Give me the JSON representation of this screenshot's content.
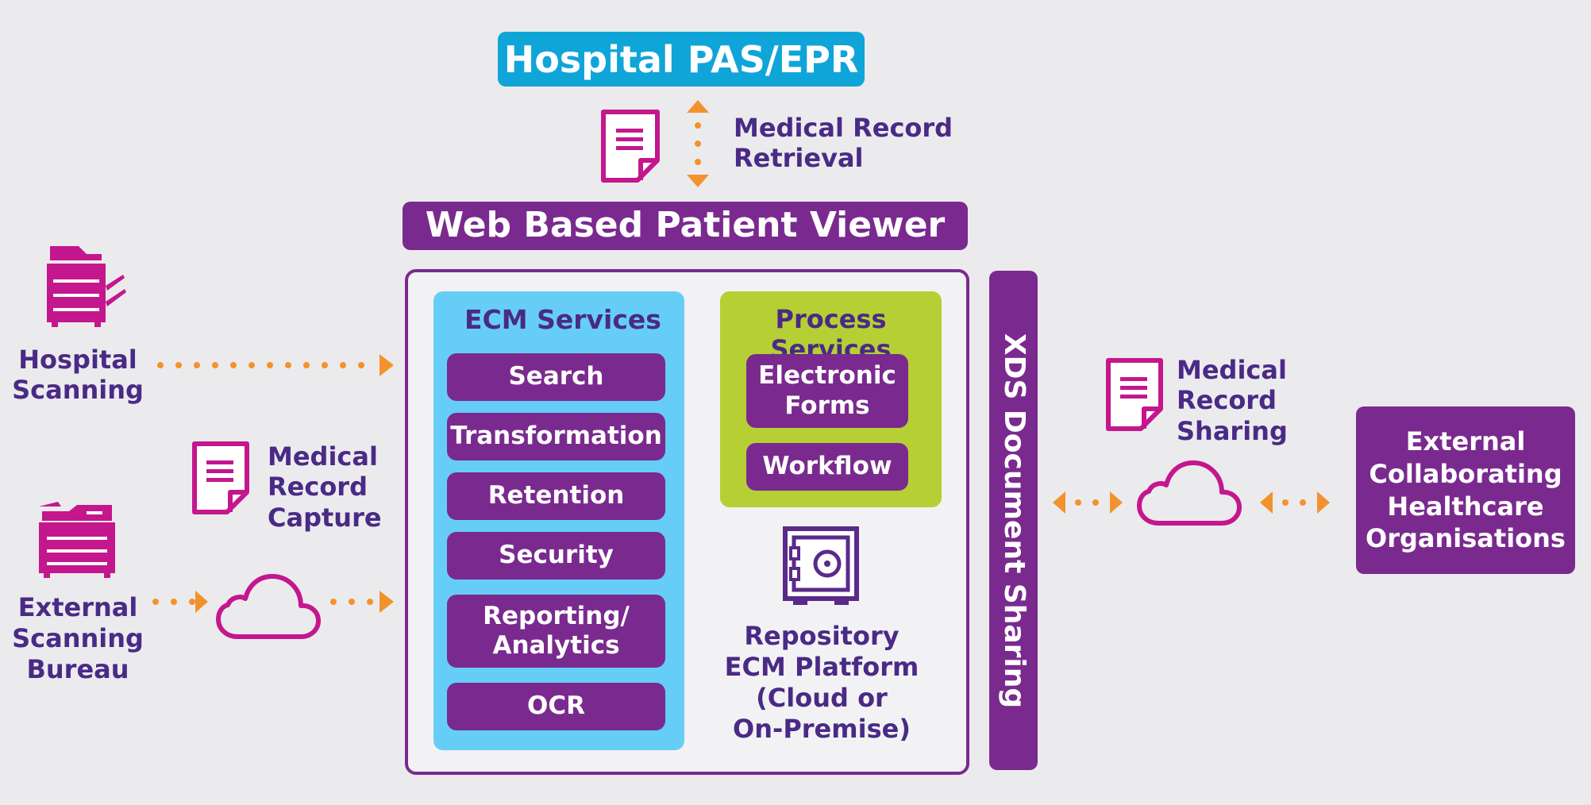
{
  "colors": {
    "background": "#ebebed",
    "cyan": "#10a5d8",
    "purple": "#7a2a8e",
    "purple_text": "#4a2a86",
    "magenta": "#c4178d",
    "orange": "#f3922d",
    "light_blue": "#66cdf6",
    "lime": "#b5cf34"
  },
  "top": {
    "pas_title": "Hospital PAS/EPR",
    "retrieval_label_1": "Medical Record",
    "retrieval_label_2": "Retrieval"
  },
  "viewer": {
    "title": "Web Based Patient Viewer"
  },
  "left": {
    "hospital_scanning_1": "Hospital",
    "hospital_scanning_2": "Scanning",
    "capture_1": "Medical",
    "capture_2": "Record",
    "capture_3": "Capture",
    "external_bureau_1": "External",
    "external_bureau_2": "Scanning",
    "external_bureau_3": "Bureau"
  },
  "ecm": {
    "title": "ECM Services",
    "items": [
      {
        "label": "Search"
      },
      {
        "label": "Transformation"
      },
      {
        "label": "Retention"
      },
      {
        "label": "Security"
      },
      {
        "label_1": "Reporting/",
        "label_2": "Analytics"
      },
      {
        "label": "OCR"
      }
    ]
  },
  "process": {
    "title": "Process Services",
    "forms_1": "Electronic",
    "forms_2": "Forms",
    "workflow": "Workflow"
  },
  "repository": {
    "line_1": "Repository",
    "line_2": "ECM Platform",
    "line_3": "(Cloud or",
    "line_4": "On-Premise)"
  },
  "xds": {
    "label": "XDS Document Sharing"
  },
  "right": {
    "sharing_1": "Medical",
    "sharing_2": "Record",
    "sharing_3": "Sharing",
    "external_1": "External",
    "external_2": "Collaborating",
    "external_3": "Healthcare",
    "external_4": "Organisations"
  }
}
